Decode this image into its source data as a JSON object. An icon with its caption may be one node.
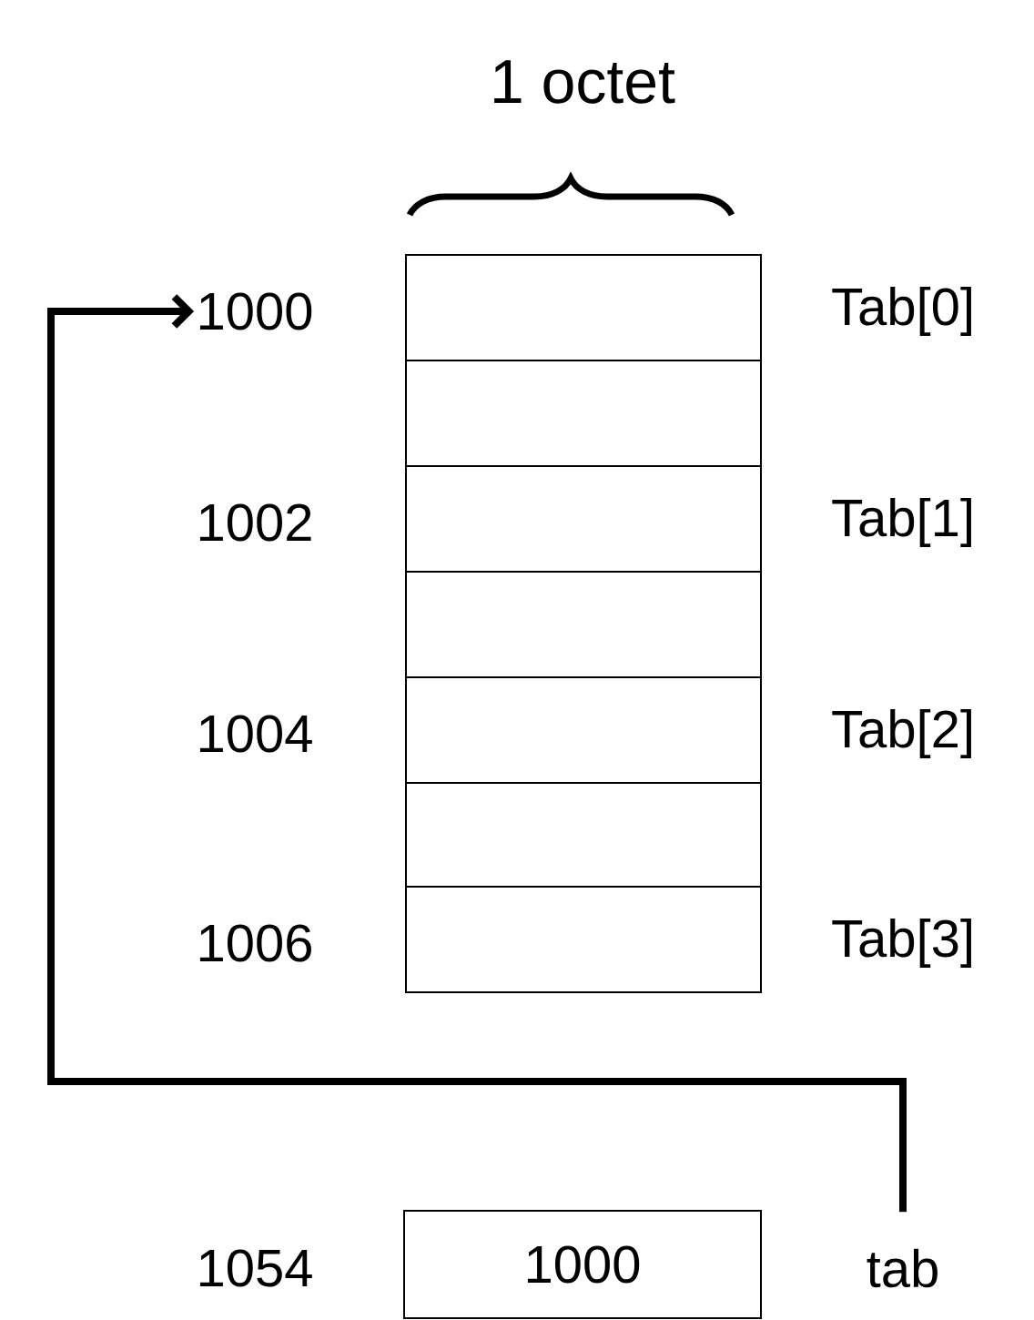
{
  "diagram": {
    "nodes": [
      {
        "text": [],
        "shape": "box",
        "beside": [
          "1000",
          "Tab[0]"
        ]
      },
      {
        "text": [],
        "shape": "box"
      },
      {
        "text": [],
        "shape": "box",
        "beside": [
          "1002",
          "Tab[1]"
        ]
      },
      {
        "text": [],
        "shape": "box"
      },
      {
        "text": [],
        "shape": "box",
        "beside": [
          "1004",
          "Tab[2]"
        ]
      },
      {
        "text": [],
        "shape": "box"
      },
      {
        "text": [],
        "shape": "box",
        "beside": [
          "1006",
          "Tab[3]"
        ]
      },
      {
        "text": [
          "1000"
        ],
        "beside": [
          "1054",
          "tab"
        ]
      }
    ],
    "edges": [
      {
        "from": 7,
        "to": 0,
        "arrow": "to"
      }
    ],
    "labels": [
      "1 octet"
    ]
  }
}
